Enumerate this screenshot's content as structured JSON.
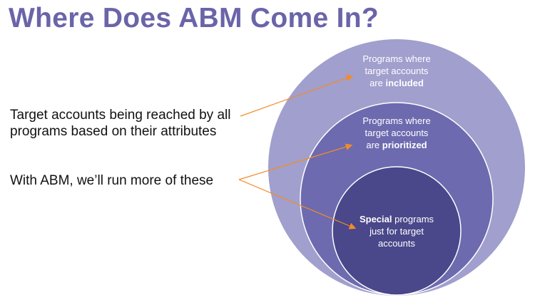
{
  "title": "Where Does ABM Come In?",
  "left_text": {
    "line1": "Target accounts being reached by all",
    "line2": "programs based on their attributes",
    "line3": "With ABM, we’ll run more of these"
  },
  "circles": {
    "outer": {
      "l1": "Programs where",
      "l2": "target accounts",
      "l3a": "are ",
      "l3b": "included",
      "color": "#a19fcd"
    },
    "middle": {
      "l1": "Programs where",
      "l2": "target accounts",
      "l3a": "are ",
      "l3b": "prioritized",
      "color": "#6d6aaf"
    },
    "inner": {
      "l1a": "Special",
      "l1b": " programs",
      "l2": "just for target",
      "l3": "accounts",
      "color": "#4a478a"
    }
  },
  "arrow_color": "#f28c28"
}
